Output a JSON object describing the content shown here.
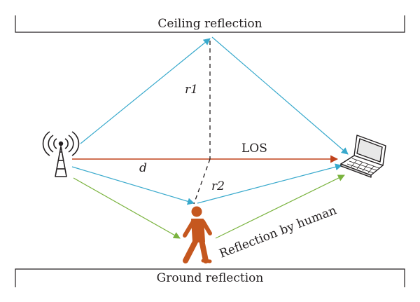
{
  "ceiling": {
    "label": "Ceiling reflection"
  },
  "ground": {
    "label": "Ground reflection"
  },
  "labels": {
    "r1": "r1",
    "r2": "r2",
    "d": "d",
    "los": "LOS",
    "human_reflection": "Reflection by human"
  },
  "colors": {
    "ceiling_path": "#38a9cc",
    "los_path": "#c0421b",
    "human_path": "#7ab33e",
    "person": "#c5571f",
    "dashed": "#231f20",
    "boundary": "#231f20"
  },
  "icons": {
    "transmitter": "antenna-tower-icon",
    "receiver": "laptop-icon",
    "person": "walking-person-icon"
  }
}
